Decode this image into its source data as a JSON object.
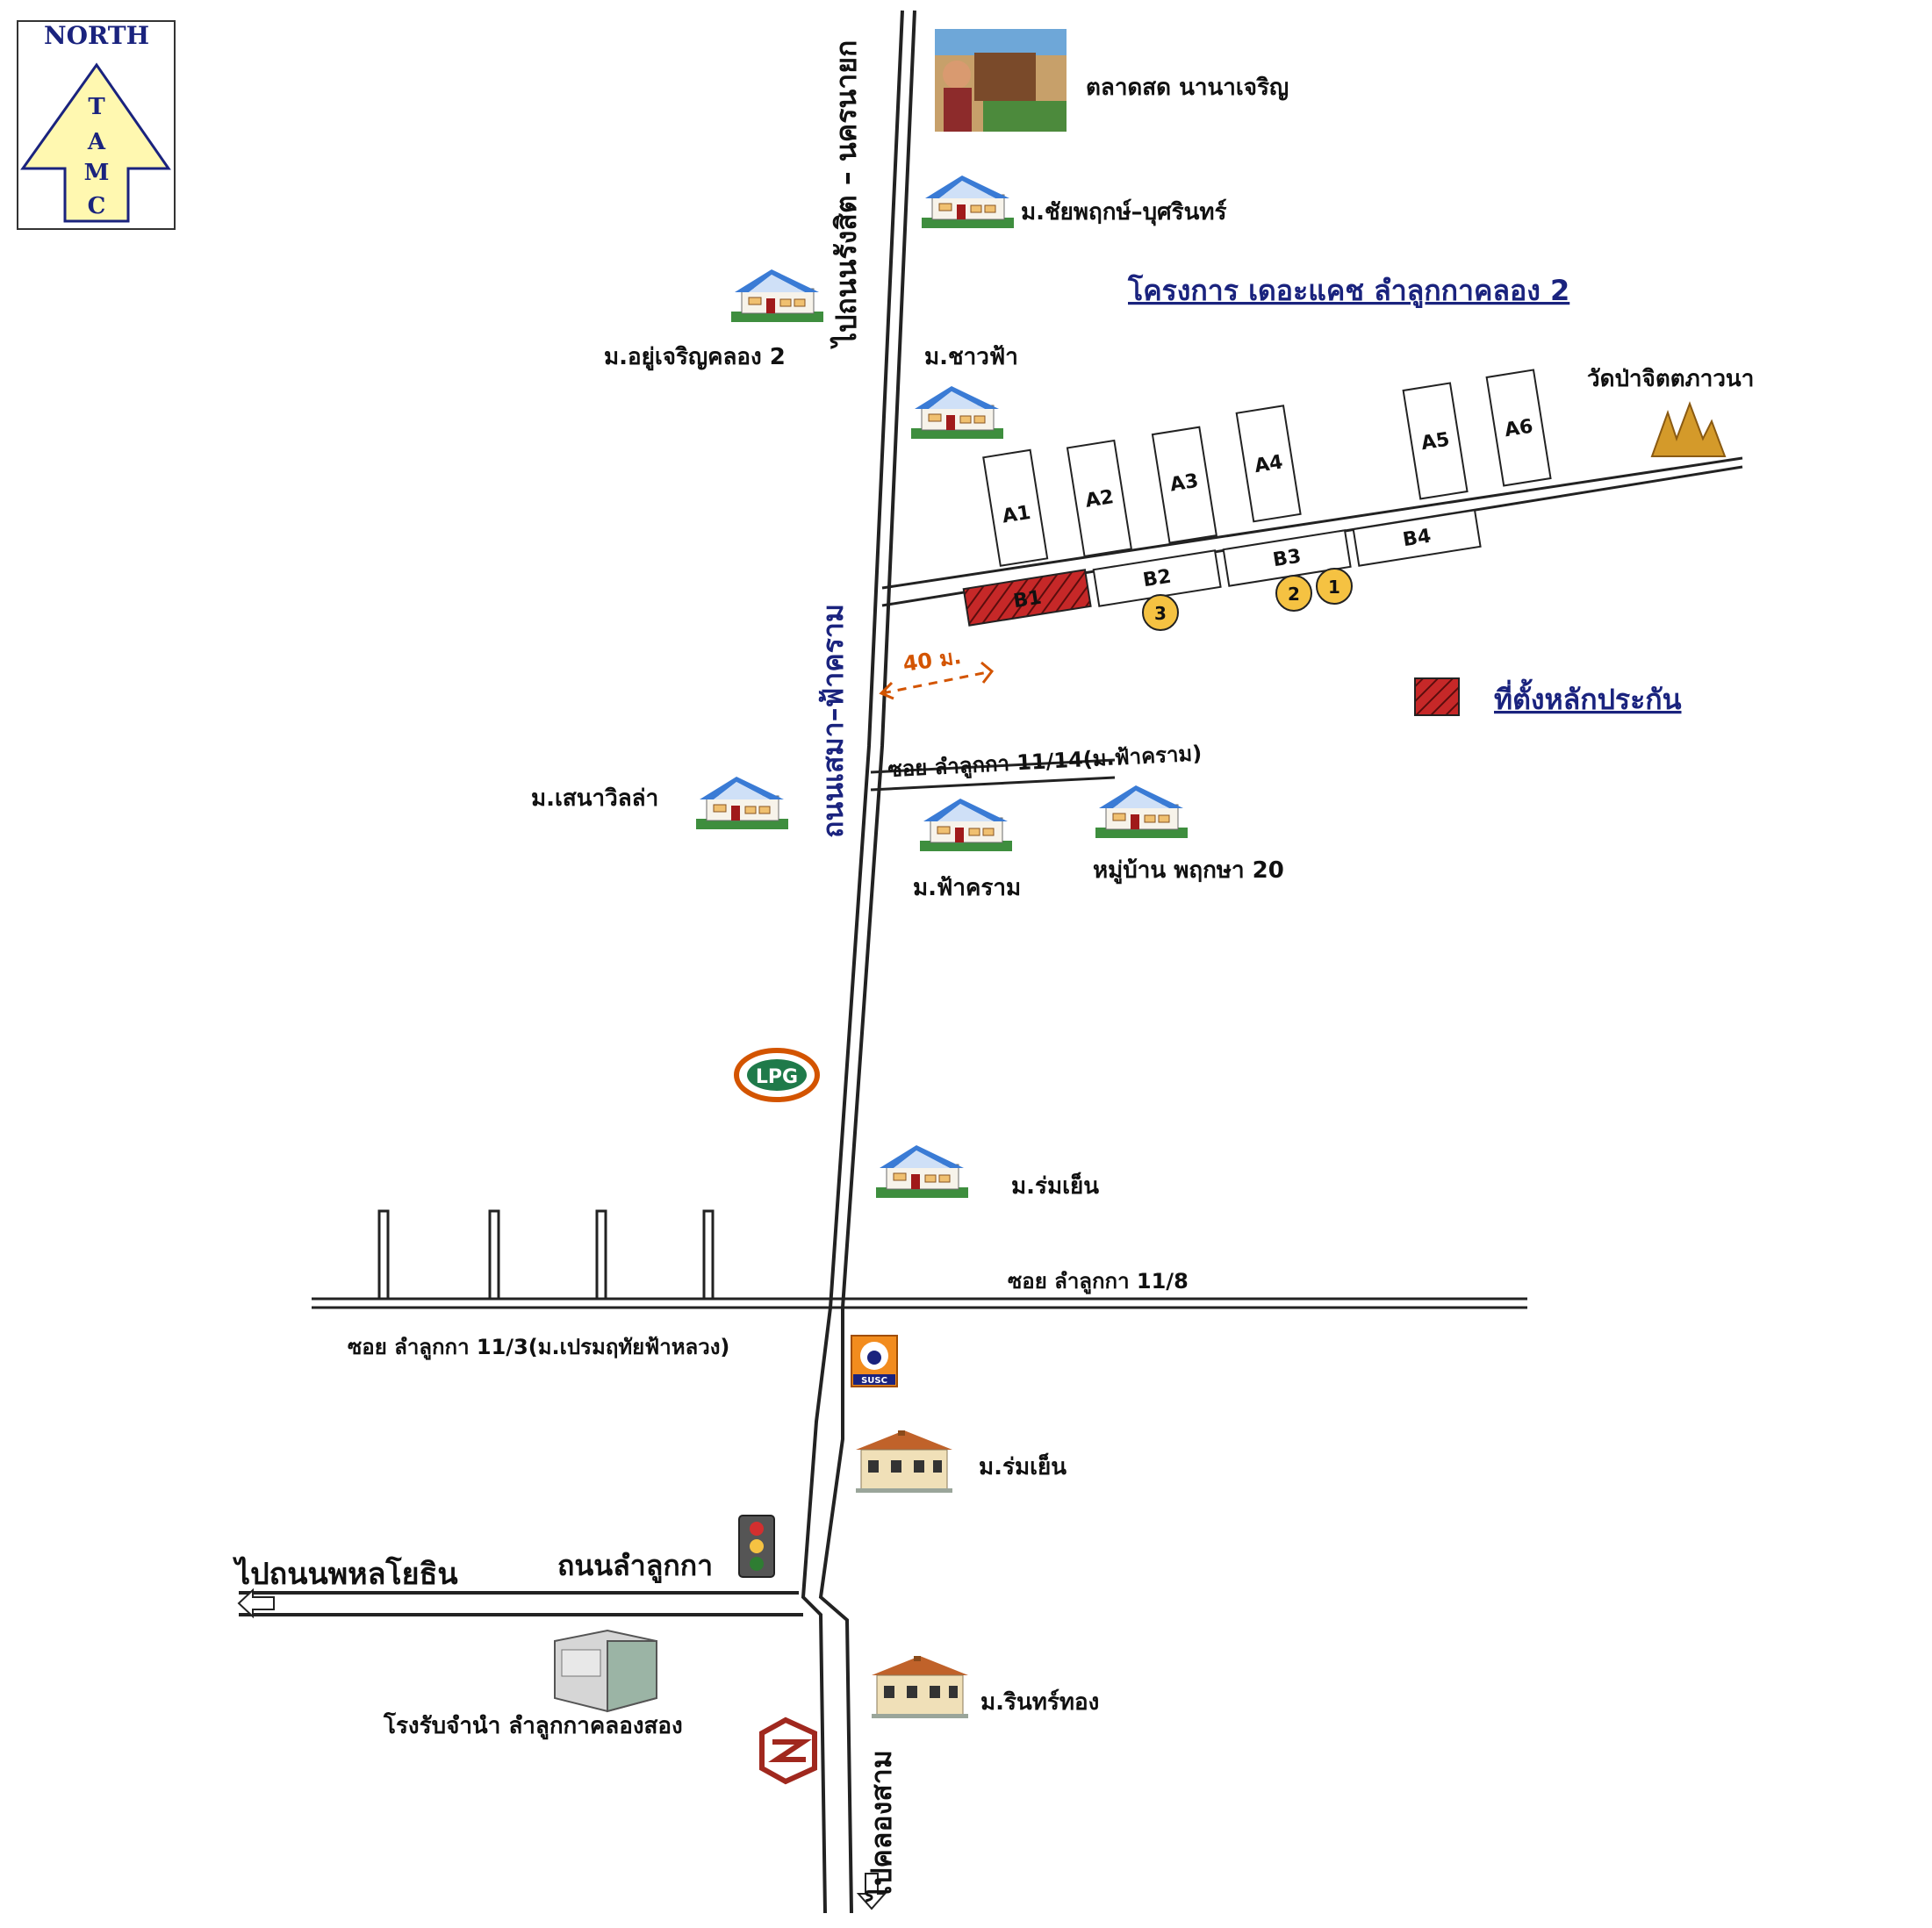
{
  "compass": {
    "top_label": "NORTH",
    "letters": [
      "T",
      "A",
      "M",
      "C"
    ]
  },
  "title": "โครงการ เดอะแคช ลำลูกกาคลอง 2",
  "roads": {
    "main_north": "ไปถนนรังสิต – นครนายก",
    "main_mid": "ถนนเสมา–ฟ้าคราม",
    "to_phahon": "ไปถนนพหลโยธิน",
    "lamlukka_road": "ถนนลำลูกกา",
    "to_khlong3": "ไปคลองสาม",
    "soi_11_14": "ซอย ลำลูกกา 11/14(ม.ฟ้าคราม)",
    "soi_11_8": "ซอย ลำลูกกา 11/8",
    "soi_11_3": "ซอย ลำลูกกา 11/3(ม.เปรมฤทัยฟ้าหลวง)"
  },
  "landmarks": {
    "market": "ตลาดสด นานาเจริญ",
    "chaipruek": "ม.ชัยพฤกษ์–บุศรินทร์",
    "yucharoen": "ม.อยู่เจริญคลอง 2",
    "chaofa": "ม.ชาวฟ้า",
    "temple": "วัดป่าจิตตภาวนา",
    "senavilla": "ม.เสนาวิลล่า",
    "fakhram": "ม.ฟ้าคราม",
    "pruksa20": "หมู่บ้าน พฤกษา 20",
    "romyen1": "ม.ร่มเย็น",
    "romyen2": "ม.ร่มเย็น",
    "rinthong": "ม.รินทร์ทอง",
    "pawnshop": "โรงรับจำนำ ลำลูกกาคลองสอง",
    "lpg": "LPG",
    "susco": "SUSC"
  },
  "plots": {
    "A1": "A1",
    "A2": "A2",
    "A3": "A3",
    "A4": "A4",
    "A5": "A5",
    "A6": "A6",
    "B1": "B1",
    "B2": "B2",
    "B3": "B3",
    "B4": "B4"
  },
  "markers": [
    "1",
    "2",
    "3"
  ],
  "distance": "40 ม.",
  "legend": "ที่ตั้งหลักประกัน",
  "colors": {
    "road_blue": "#1a237e",
    "collateral_red": "#c62828",
    "compass_fill": "#fff8b0",
    "marker_fill": "#f5c242",
    "house_roof": "#3a7bd5",
    "grass": "#3e8e3e",
    "distance_orange": "#d35400"
  }
}
